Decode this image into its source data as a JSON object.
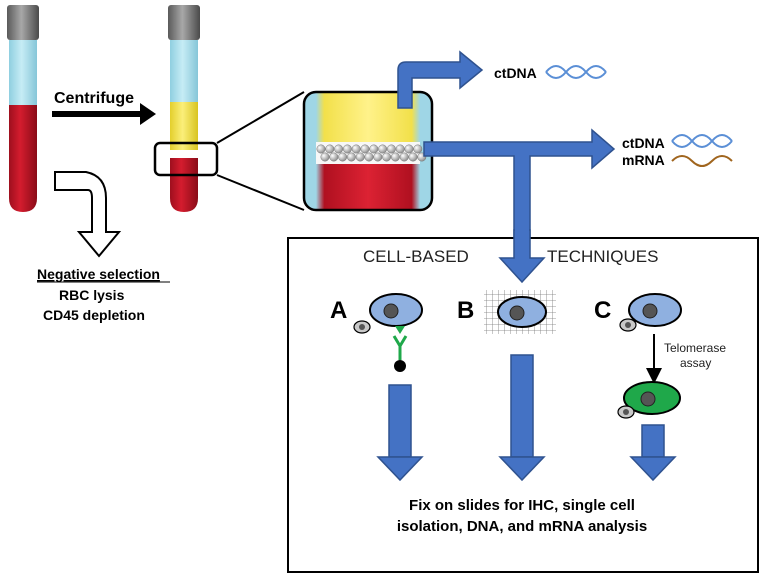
{
  "labels": {
    "centrifuge": "Centrifuge",
    "ctdna_top": "ctDNA",
    "ctdna_right": "ctDNA",
    "mrna_right": "mRNA",
    "negative_selection": "Negative selection",
    "rbc_lysis": "RBC lysis",
    "cd45_depletion": "CD45 depletion",
    "cell_based": "CELL-BASED",
    "techniques": "TECHNIQUES",
    "panel_a": "A",
    "panel_b": "B",
    "panel_c": "C",
    "telomerase_line1": "Telomerase",
    "telomerase_line2": "assay",
    "fix_line1": "Fix on slides for IHC, single cell",
    "fix_line2": "isolation, DNA, and mRNA analysis"
  },
  "colors": {
    "blood_red": "#c8102e",
    "plasma_blue": "#a9dbe8",
    "buffy_yellow": "#f2e04a",
    "arrow_blue": "#4472c4",
    "arrow_blue_dark": "#2f528f",
    "cell_blue": "#8fb0e0",
    "cell_green": "#1fa84a",
    "dna_wave": "#5b8fd6",
    "mrna_wave": "#a0651e"
  }
}
